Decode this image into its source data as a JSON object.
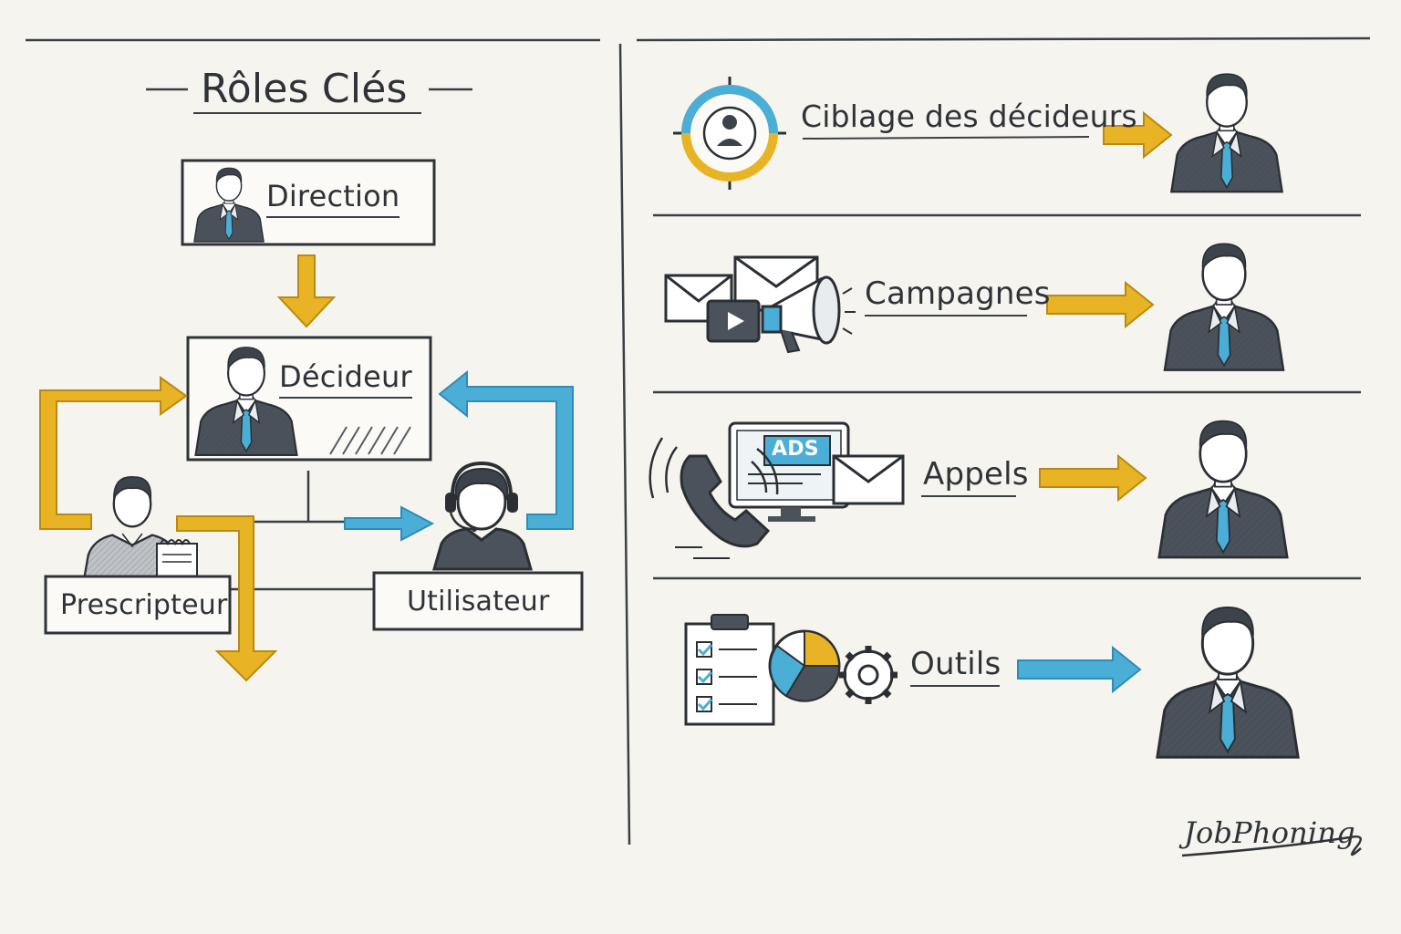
{
  "diagram": {
    "title": "Rôles Clés",
    "nodes": {
      "direction": "Direction",
      "decideur": "Décideur",
      "prescripteur": "Prescripteur",
      "utilisateur": "Utilisateur"
    },
    "rows": [
      {
        "label": "Ciblage des décideurs",
        "icon": "target-icon",
        "arrow_color": "#e8b324"
      },
      {
        "label": "Campagnes",
        "icon": "campaign-icons",
        "arrow_color": "#e8b324"
      },
      {
        "label": "Appels",
        "icon": "phone-ads-icons",
        "arrow_color": "#e8b324"
      },
      {
        "label": "Outils",
        "icon": "tools-icons",
        "arrow_color": "#4aaed6"
      }
    ],
    "ads_label": "ADS",
    "brand": "JobPhoning",
    "colors": {
      "yellow": "#e8b324",
      "blue": "#4aaed6",
      "ink": "#2f3338",
      "suit": "#4b525b"
    }
  }
}
